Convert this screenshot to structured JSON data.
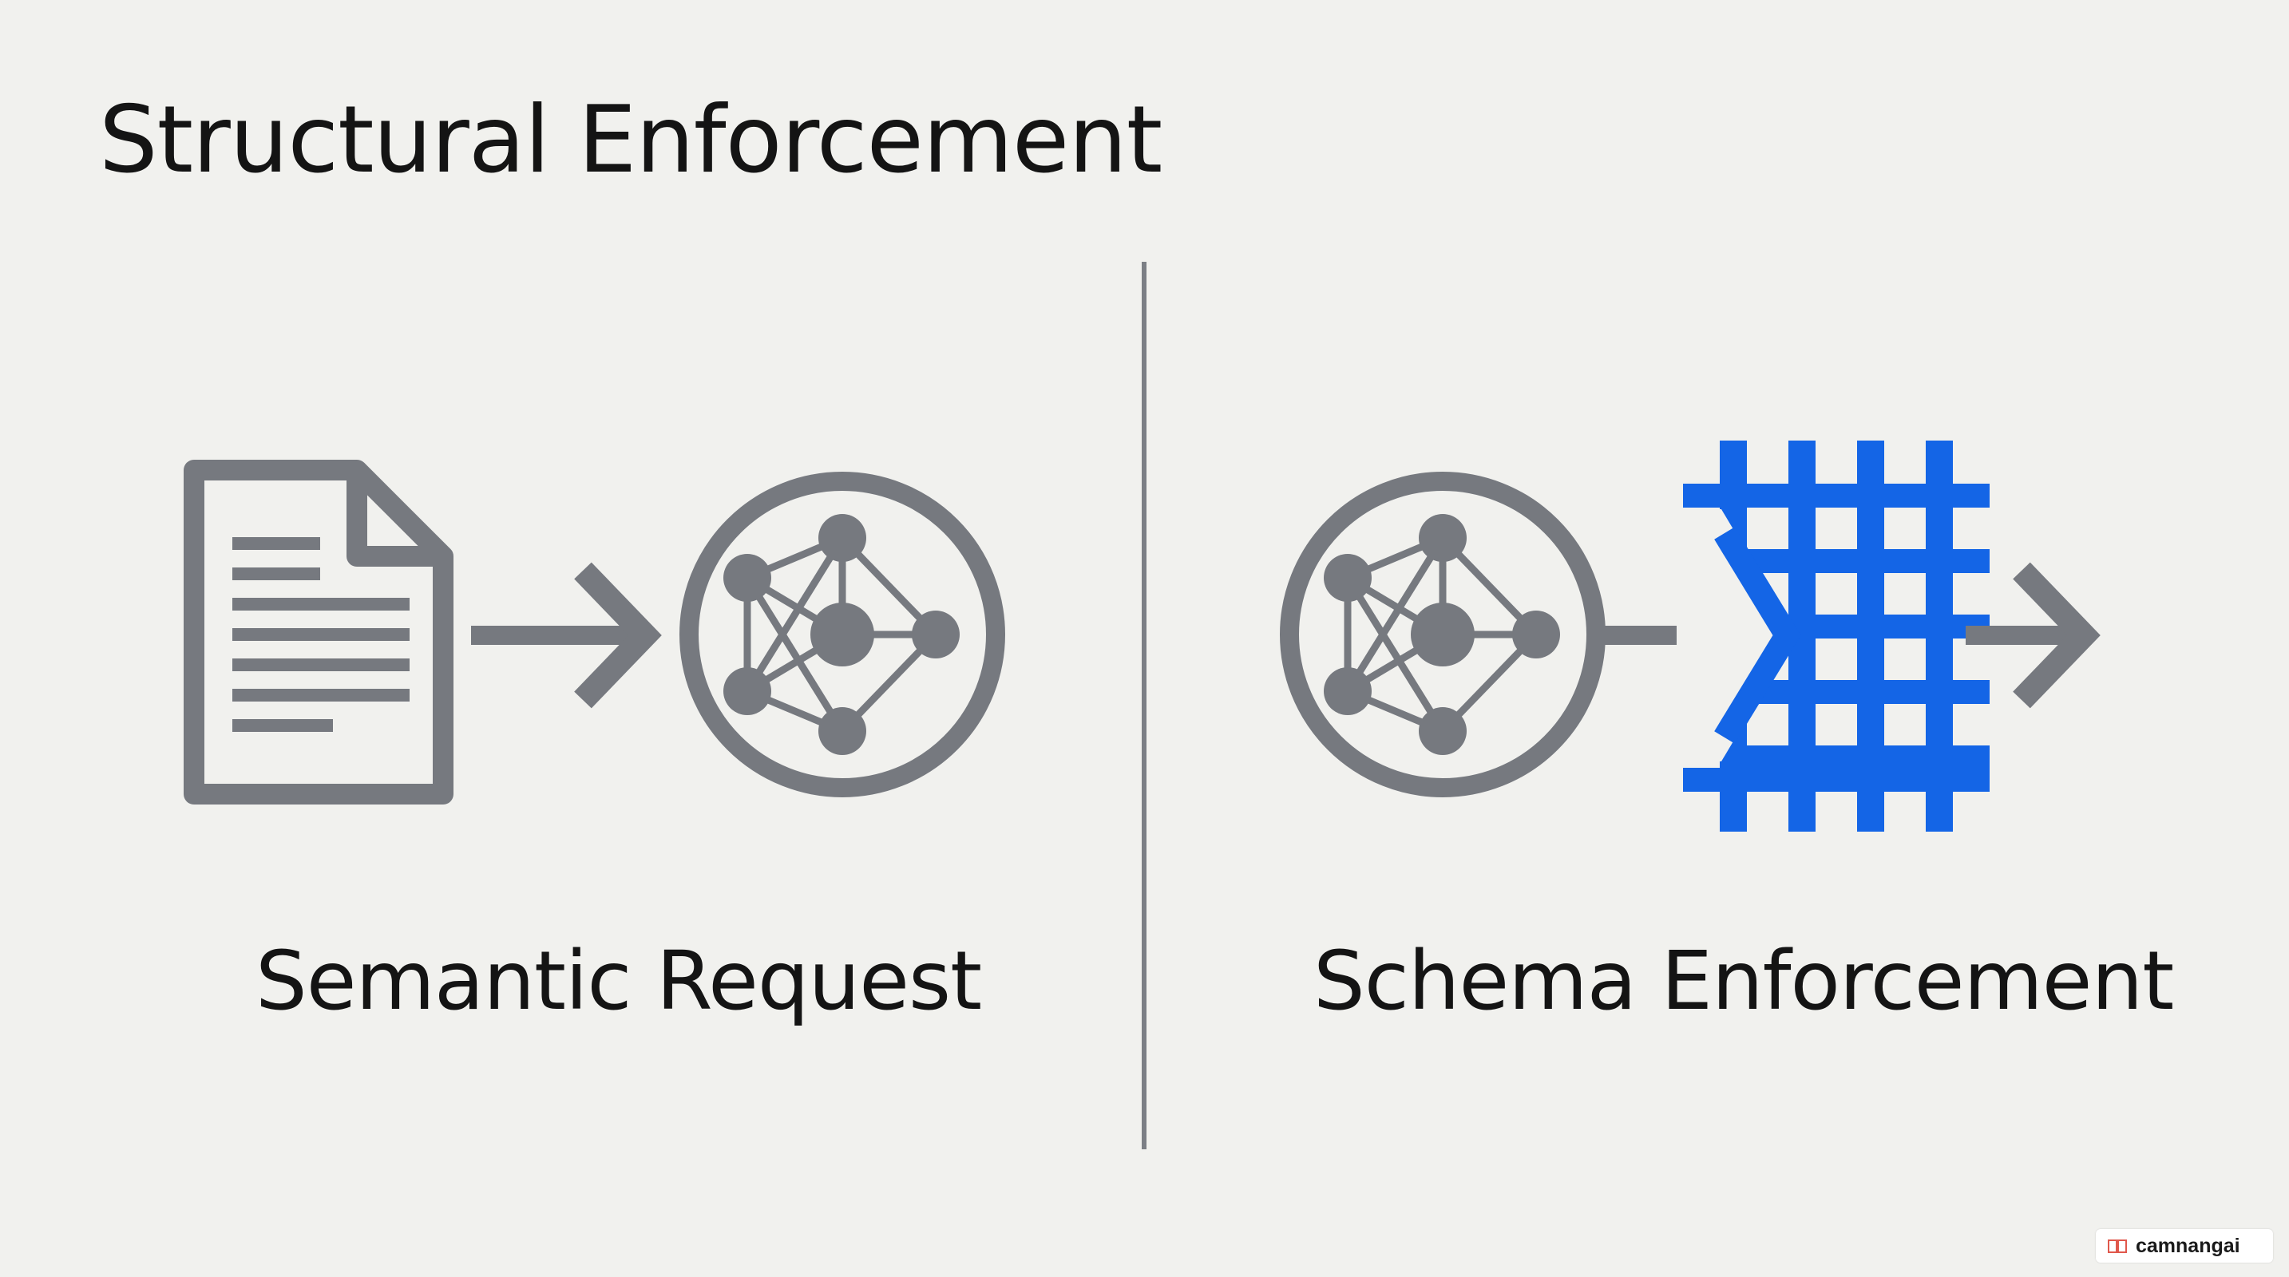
{
  "title": "Structural Enforcement",
  "left_panel": {
    "label": "Semantic Request",
    "icons": [
      "document-icon",
      "arrow-right-icon",
      "neural-network-icon"
    ]
  },
  "right_panel": {
    "label": "Schema Enforcement",
    "icons": [
      "neural-network-icon",
      "arrow-right-icon",
      "schema-grid-icon",
      "arrow-right-icon"
    ]
  },
  "watermark": {
    "text": "camnangai",
    "icon": "book-icon"
  },
  "colors": {
    "background": "#f1f1ee",
    "icon_gray": "#76797f",
    "accent_blue": "#1465e6",
    "text": "#141414"
  }
}
